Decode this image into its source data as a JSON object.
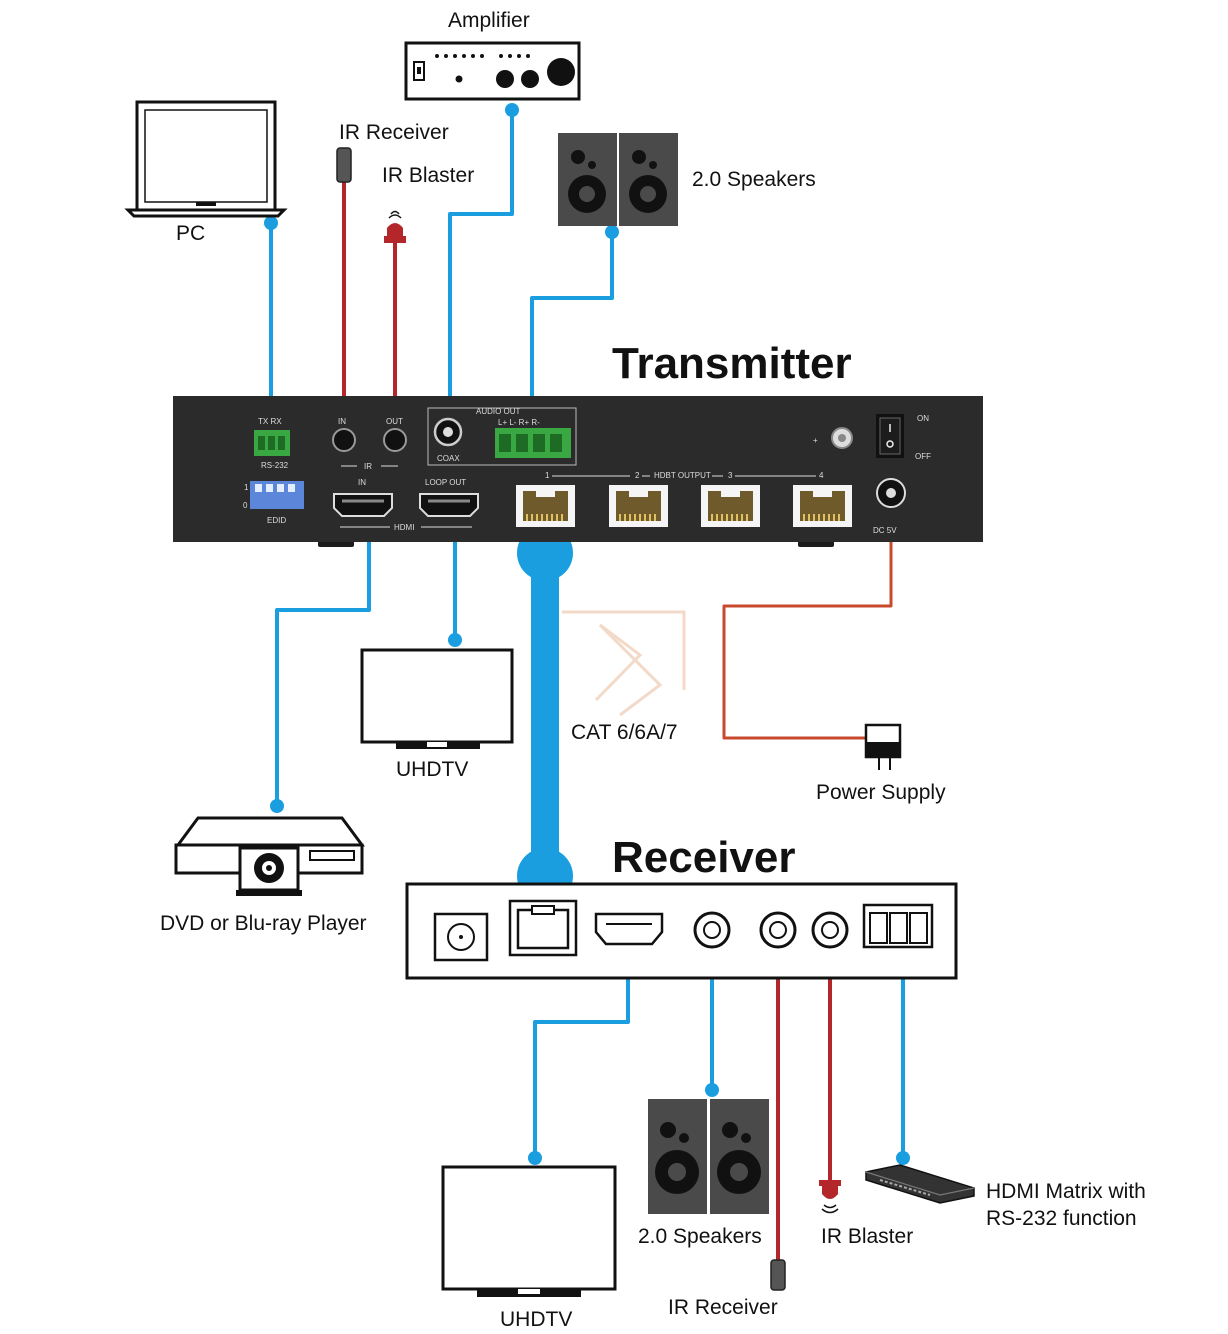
{
  "top_devices": {
    "pc": "PC",
    "amplifier": "Amplifier",
    "ir_receiver": "IR Receiver",
    "ir_blaster": "IR Blaster",
    "speakers": "2.0 Speakers"
  },
  "transmitter": {
    "title": "Transmitter",
    "rs232_tx_rx": "TX RX",
    "rs232": "RS-232",
    "ir_in": "IN",
    "ir_out": "OUT",
    "ir": "IR",
    "audio_out": "AUDIO OUT",
    "audio_channels": "L+ L- R+ R-",
    "coax": "COAX",
    "edid": "EDID",
    "edid_1": "1",
    "edid_0": "0",
    "hdmi_in": "IN",
    "hdmi_loop_out": "LOOP OUT",
    "hdmi": "HDMI",
    "hdbt_output": "HDBT OUTPUT",
    "port_1": "1",
    "port_2": "2",
    "port_3": "3",
    "port_4": "4",
    "on": "ON",
    "off": "OFF",
    "dc": "DC 5V"
  },
  "middle": {
    "uhdtv": "UHDTV",
    "dvd": "DVD or Blu-ray Player",
    "cable": "CAT 6/6A/7",
    "power_supply": "Power Supply"
  },
  "receiver": {
    "title": "Receiver"
  },
  "bottom_devices": {
    "uhdtv": "UHDTV",
    "speakers": "2.0 Speakers",
    "ir_receiver": "IR Receiver",
    "ir_blaster": "IR Blaster",
    "matrix_line1": "HDMI Matrix with",
    "matrix_line2": "RS-232 function"
  },
  "colors": {
    "blue": "#1a9ee0",
    "red": "#b3262a",
    "orange": "#c8492e",
    "panel": "#2a2a2a",
    "green": "#3aa842"
  }
}
